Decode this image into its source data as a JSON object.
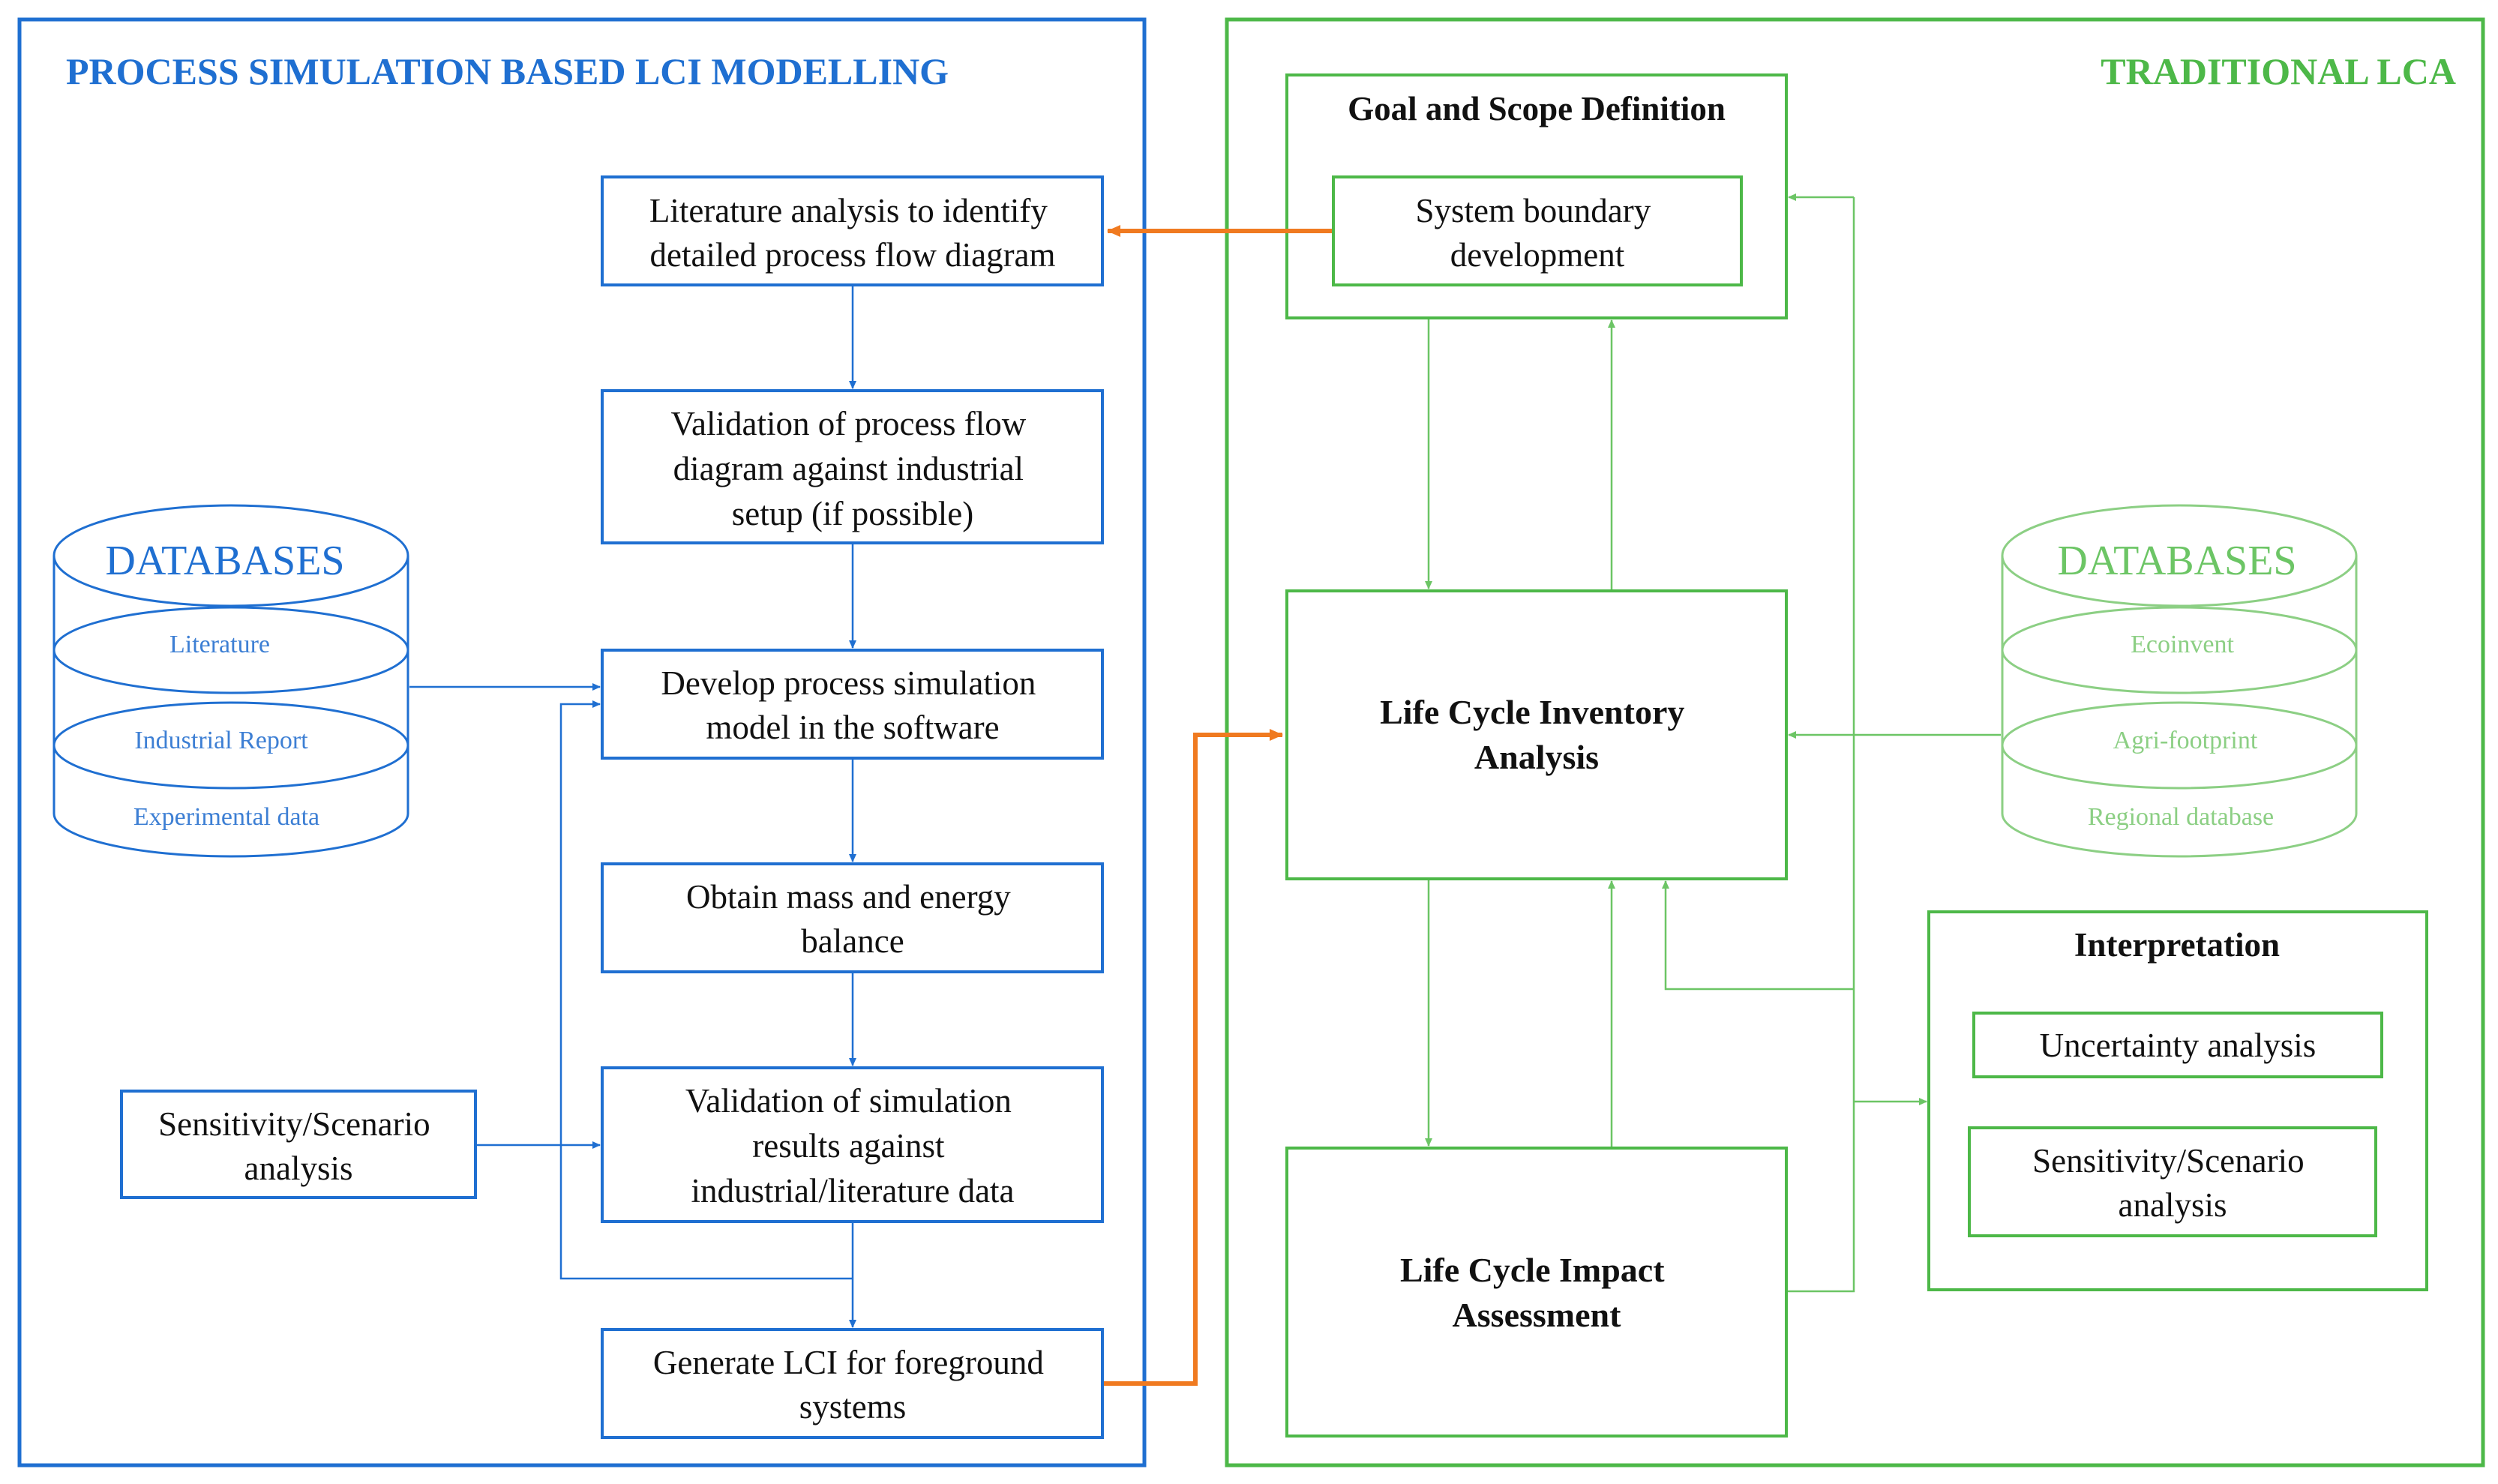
{
  "colors": {
    "blue": "#1f6fd1",
    "green": "#4db848",
    "green_light": "#8ccf84",
    "orange": "#f07a20",
    "dark": "#111111"
  },
  "left_panel": {
    "title": "PROCESS SIMULATION BASED LCI MODELLING",
    "steps": [
      {
        "lines": [
          "Literature analysis to identify",
          "detailed process flow diagram"
        ]
      },
      {
        "lines": [
          "Validation of process flow",
          "diagram against industrial",
          "setup (if possible)"
        ]
      },
      {
        "lines": [
          "Develop process simulation",
          "model in the software"
        ]
      },
      {
        "lines": [
          "Obtain mass and energy",
          "balance"
        ]
      },
      {
        "lines": [
          "Validation of simulation",
          "results against",
          "industrial/literature data"
        ]
      },
      {
        "lines": [
          "Generate LCI for foreground",
          "systems"
        ]
      }
    ],
    "database": {
      "title": "DATABASES",
      "items": [
        "Literature",
        "Industrial Report",
        "Experimental data"
      ]
    },
    "sensitivity": {
      "lines": [
        "Sensitivity/Scenario",
        "analysis"
      ]
    }
  },
  "right_panel": {
    "title": "TRADITIONAL LCA",
    "goal_scope": {
      "title": "Goal and Scope Definition",
      "sub": {
        "lines": [
          "System boundary",
          "development"
        ]
      }
    },
    "lci": {
      "lines": [
        "Life Cycle Inventory",
        "Analysis"
      ]
    },
    "lcia": {
      "lines": [
        "Life Cycle Impact",
        "Assessment"
      ]
    },
    "interpretation": {
      "title": "Interpretation",
      "uncertainty": {
        "lines": [
          "Uncertainty analysis"
        ]
      },
      "sensitivity": {
        "lines": [
          "Sensitivity/Scenario",
          "analysis"
        ]
      }
    },
    "database": {
      "title": "DATABASES",
      "items": [
        "Ecoinvent",
        "Agri-footprint",
        "Regional database"
      ]
    }
  }
}
